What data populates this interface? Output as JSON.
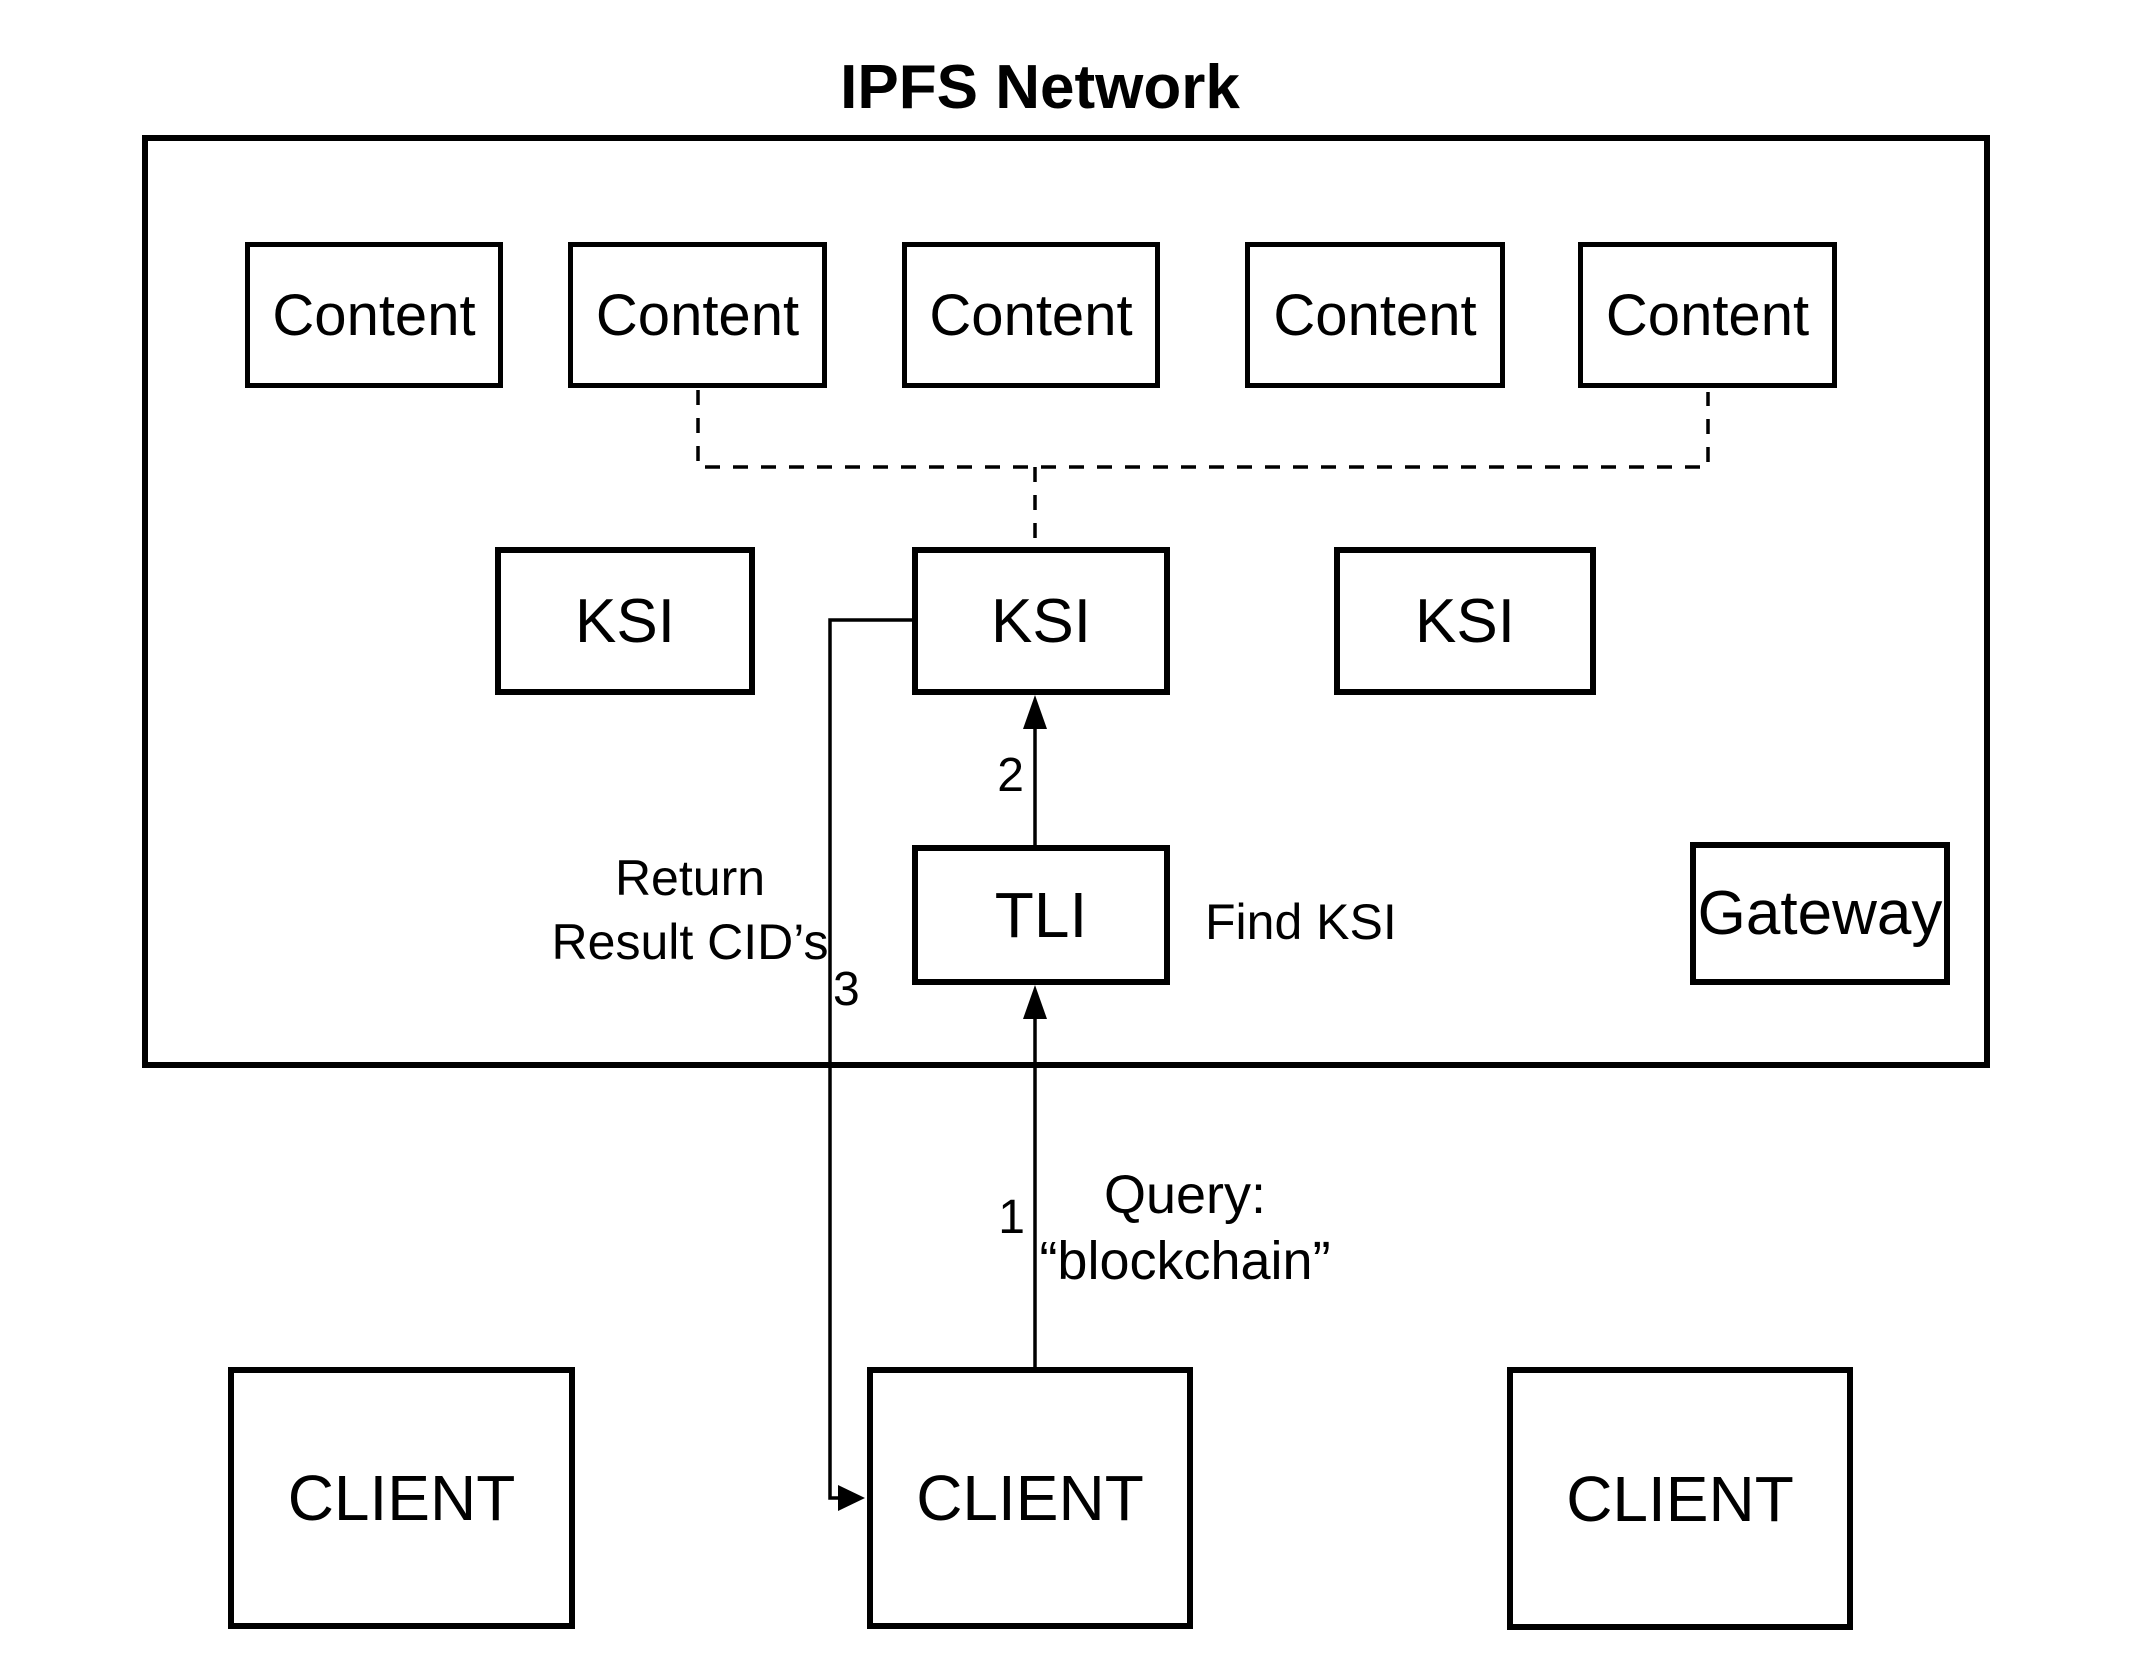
{
  "title": "IPFS Network",
  "network": {
    "content_nodes": [
      "Content",
      "Content",
      "Content",
      "Content",
      "Content"
    ],
    "ksi_nodes": [
      "KSI",
      "KSI",
      "KSI"
    ],
    "tli_label": "TLI",
    "gateway_label": "Gateway"
  },
  "clients": [
    "CLIENT",
    "CLIENT",
    "CLIENT"
  ],
  "annotations": {
    "return_line1": "Return",
    "return_line2": "Result CID’s",
    "find_ksi": "Find KSI",
    "query_line1": "Query:",
    "query_line2": "“blockchain”",
    "step1": "1",
    "step2": "2",
    "step3": "3"
  },
  "colors": {
    "background": "#ffffff",
    "line": "#000000",
    "text": "#000000"
  }
}
